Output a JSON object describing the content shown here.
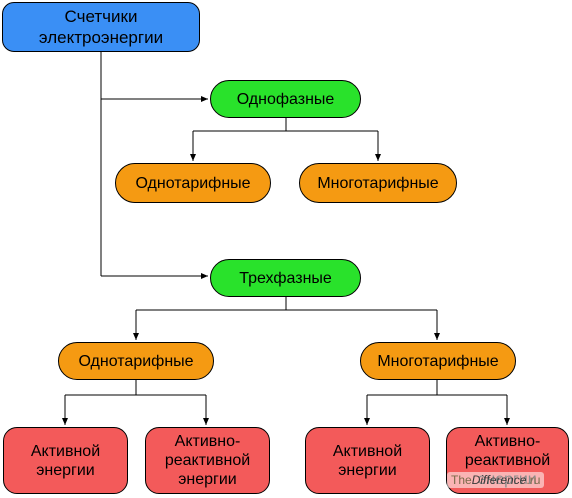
{
  "colors": {
    "root": "#3a8ff5",
    "level1": "#29e22b",
    "level2": "#f59a12",
    "leaf": "#f35a5a",
    "connector": "#000000"
  },
  "root": {
    "label": "Счетчики\nэлектроэнергии"
  },
  "single_phase": {
    "label": "Однофазные",
    "children": [
      "Однотарифные",
      "Многотарифные"
    ]
  },
  "three_phase": {
    "label": "Трехфазные",
    "children": [
      "Однотарифные",
      "Многотарифные"
    ],
    "leaves": [
      "Активной\nэнергии",
      "Активно-\nреактивной\nэнергии",
      "Активной\nэнергии",
      "Активно-\nреактивной\nэнергии"
    ]
  },
  "watermark": {
    "prefix": "The",
    "middle": "Difference",
    "suffix": ".ru"
  }
}
